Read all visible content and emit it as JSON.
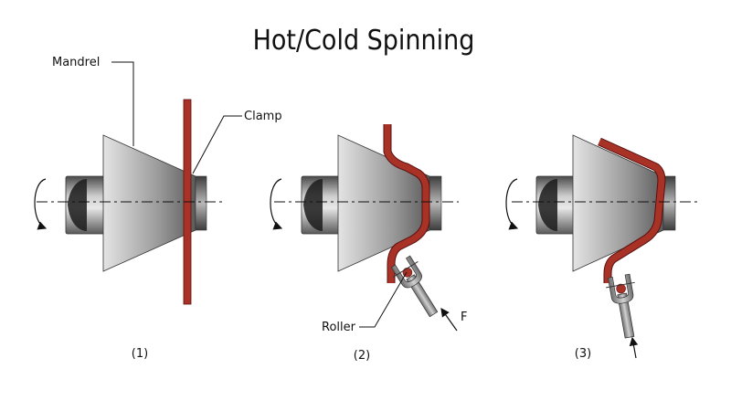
{
  "title": "Hot/Cold Spinning",
  "labels": {
    "mandrel": "Mandrel",
    "clamp": "Clamp",
    "roller": "Roller",
    "force": "F"
  },
  "steps": [
    "(1)",
    "(2)",
    "(3)"
  ],
  "colors": {
    "workpiece": "#a93226",
    "workpiece_edge": "#5a1010",
    "mandrel_light": "#e6e6e6",
    "mandrel_dark": "#4a4a4a",
    "tool": "#9a9a9a",
    "line": "#111111"
  }
}
